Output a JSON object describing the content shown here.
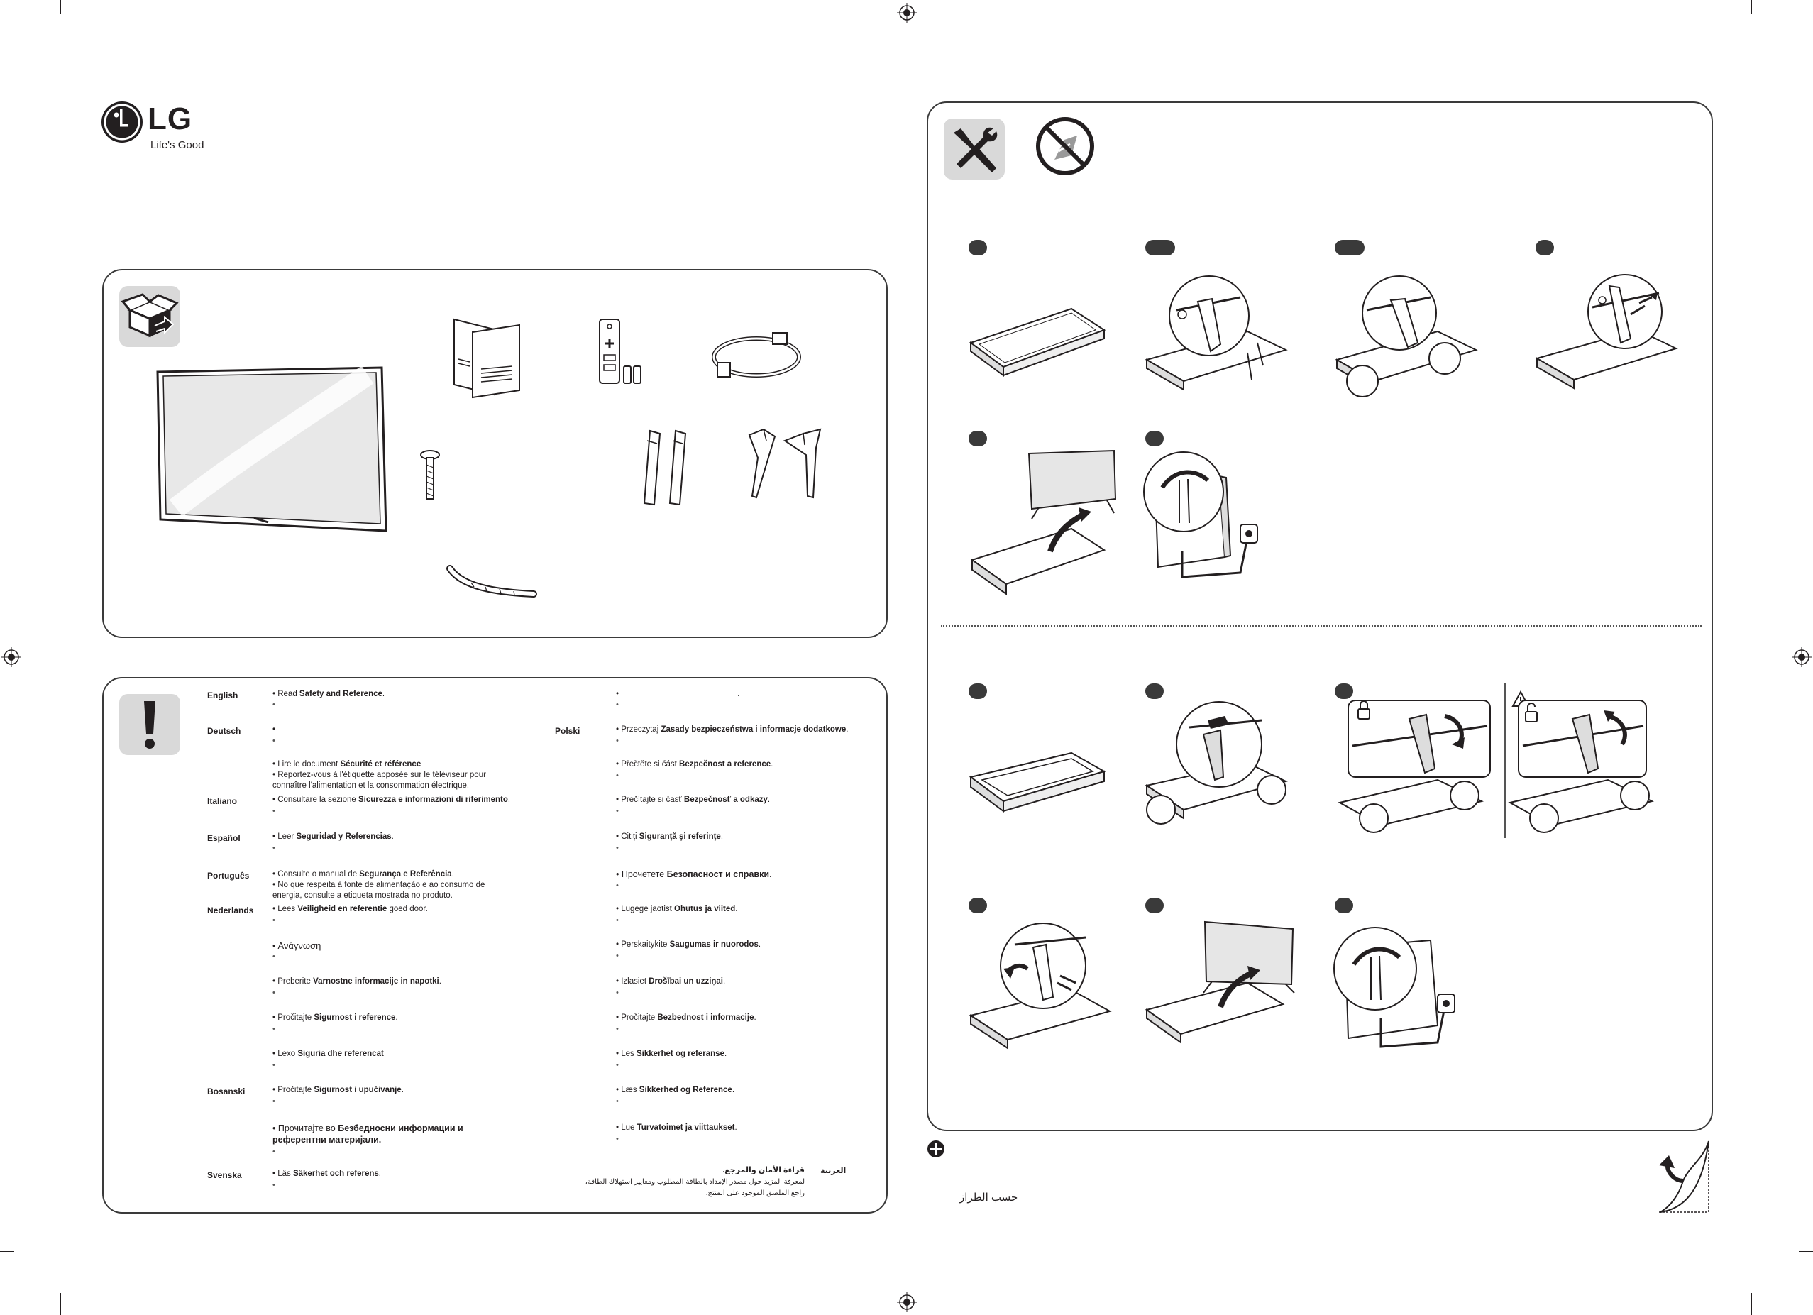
{
  "brand": {
    "logo_text": "LG",
    "tagline": "Life's Good"
  },
  "arabic_note": "حسب الطراز",
  "languages": {
    "left": [
      {
        "key": "english",
        "name": "English",
        "lines": [
          [
            "• Read ",
            "Safety and Reference",
            "."
          ]
        ]
      },
      {
        "key": "deutsch",
        "name": "Deutsch",
        "lines": [
          [
            "•",
            "",
            ""
          ]
        ]
      },
      {
        "key": "francais",
        "name": "",
        "lines": [
          [
            "• Lire le document ",
            "Sécurité et référence",
            ""
          ],
          [
            "• Reportez-vous à l'étiquette apposée sur le téléviseur pour",
            "",
            ""
          ],
          [
            "  connaître l'alimentation et la consommation électrique.",
            "",
            ""
          ]
        ]
      },
      {
        "key": "italiano",
        "name": "Italiano",
        "lines": [
          [
            "• Consultare la sezione ",
            "Sicurezza e informazioni di riferimento",
            "."
          ]
        ]
      },
      {
        "key": "espanol",
        "name": "Español",
        "lines": [
          [
            "• Leer ",
            "Seguridad y Referencias",
            "."
          ]
        ]
      },
      {
        "key": "portugues",
        "name": "Português",
        "lines": [
          [
            "• Consulte o manual de ",
            "Segurança e Referência",
            "."
          ],
          [
            "• No que respeita à fonte de alimentação e ao consumo de",
            "",
            ""
          ],
          [
            "  energia, consulte a etiqueta mostrada no produto.",
            "",
            ""
          ]
        ]
      },
      {
        "key": "nederlands",
        "name": "Nederlands",
        "lines": [
          [
            "• Lees ",
            "Veiligheid en referentie",
            " goed door."
          ]
        ]
      },
      {
        "key": "greek",
        "name": "",
        "lines": [
          [
            "• Ανάγνωση",
            "",
            ""
          ]
        ]
      },
      {
        "key": "slovenian",
        "name": "",
        "lines": [
          [
            "• Preberite ",
            "Varnostne informacije in napotki",
            "."
          ]
        ]
      },
      {
        "key": "croatian",
        "name": "",
        "lines": [
          [
            "• Pročitajte ",
            "Sigurnost i reference",
            "."
          ]
        ]
      },
      {
        "key": "albanian",
        "name": "",
        "lines": [
          [
            "• Lexo ",
            "Siguria dhe referencat",
            ""
          ]
        ]
      },
      {
        "key": "bosanski",
        "name": "Bosanski",
        "lines": [
          [
            "• Pročitajte ",
            "Sigurnost i upućivanje",
            "."
          ]
        ]
      },
      {
        "key": "macedonian",
        "name": "",
        "lines": [
          [
            "• Прочитајте во ",
            "Безбедносни информации и",
            ""
          ],
          [
            "  ",
            "референтни материјали.",
            ""
          ]
        ]
      },
      {
        "key": "svenska",
        "name": "Svenska",
        "lines": [
          [
            "• Läs ",
            "Säkerhet och referens",
            "."
          ]
        ]
      }
    ],
    "right": [
      {
        "key": "top",
        "name": "",
        "lines": [
          [
            "•",
            "",
            ""
          ]
        ]
      },
      {
        "key": "polski",
        "name": "Polski",
        "lines": [
          [
            "• Przeczytaj ",
            "Zasady bezpieczeństwa i informacje dodatkowe",
            "."
          ]
        ]
      },
      {
        "key": "czech",
        "name": "",
        "lines": [
          [
            "• Přečtěte si část ",
            "Bezpečnost a reference",
            "."
          ]
        ]
      },
      {
        "key": "slovak",
        "name": "",
        "lines": [
          [
            "• Prečítajte si časť ",
            "Bezpečnosť a odkazy",
            "."
          ]
        ]
      },
      {
        "key": "romanian",
        "name": "",
        "lines": [
          [
            "• Citiţi ",
            "Siguranţă şi referinţe",
            "."
          ]
        ]
      },
      {
        "key": "bulgarian",
        "name": "",
        "lines": [
          [
            "• Прочетете ",
            "Безопасност и справки",
            "."
          ]
        ]
      },
      {
        "key": "estonian",
        "name": "",
        "lines": [
          [
            "• Lugege jaotist ",
            "Ohutus ja viited",
            "."
          ]
        ]
      },
      {
        "key": "lithuanian",
        "name": "",
        "lines": [
          [
            "• Perskaitykite ",
            "Saugumas ir nuorodos",
            "."
          ]
        ]
      },
      {
        "key": "latvian",
        "name": "",
        "lines": [
          [
            "• Izlasiet ",
            "Drošībai un uzziņai",
            "."
          ]
        ]
      },
      {
        "key": "serbian",
        "name": "",
        "lines": [
          [
            "• Pročitajte ",
            "Bezbednost i informacije",
            "."
          ]
        ]
      },
      {
        "key": "norwegian",
        "name": "",
        "lines": [
          [
            "• Les ",
            "Sikkerhet og referanse",
            "."
          ]
        ]
      },
      {
        "key": "danish",
        "name": "",
        "lines": [
          [
            "• Læs ",
            "Sikkerhed og Reference",
            "."
          ]
        ]
      },
      {
        "key": "finnish",
        "name": "",
        "lines": [
          [
            "• Lue ",
            "Turvatoimet ja viittaukset",
            "."
          ]
        ]
      }
    ],
    "arabic": {
      "name": "العربية",
      "lines": [
        "قراءة الأمان والمرجع.",
        "لمعرفة المزيد حول مصدر الإمداد بالطاقة المطلوب ومعايير استهلاك الطاقة،",
        "راجع الملصق الموجود على المنتج."
      ]
    }
  },
  "icons": {
    "package": "box-icon",
    "caution": "exclamation-icon",
    "tools": "screwdriver-wrench-icon",
    "no_screwdriver": "no-tool-icon",
    "optional": "plus-circle-icon",
    "page_turn": "page-curl-icon",
    "registration": "registration-mark-icon"
  }
}
